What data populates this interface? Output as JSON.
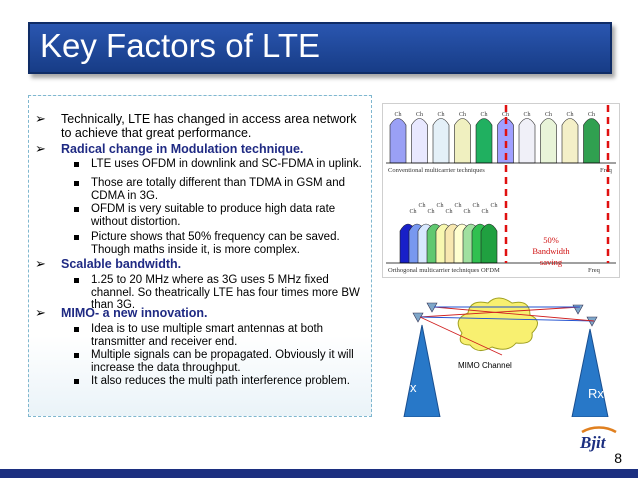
{
  "slide": {
    "title": "Key Factors of LTE",
    "page_number": "8",
    "logo_text": "Bjit"
  },
  "bullets": [
    {
      "kind": "main",
      "text": "Technically, LTE has changed in access area network to achieve that great performance."
    },
    {
      "kind": "main-heading",
      "text": "Radical change in Modulation technique."
    },
    {
      "kind": "sub",
      "text": "LTE uses OFDM in downlink and SC-FDMA in uplink."
    },
    {
      "kind": "sub",
      "text": "Those are totally different than TDMA in GSM and CDMA in 3G."
    },
    {
      "kind": "sub",
      "text": "OFDM is very suitable to produce high data rate without distortion."
    },
    {
      "kind": "sub",
      "text": "Picture shows that 50% frequency can be saved. Though maths inside it, is more complex."
    },
    {
      "kind": "main-heading",
      "text": "Scalable bandwidth."
    },
    {
      "kind": "sub",
      "text": "1.25 to 20 MHz where as 3G uses 5 MHz fixed channel. So theatrically LTE has four times more BW than 3G."
    },
    {
      "kind": "main-heading",
      "text": "MIMO- a new innovation."
    },
    {
      "kind": "sub",
      "text": "Idea is to use multiple smart antennas at both transmitter and receiver end."
    },
    {
      "kind": "sub",
      "text": "Multiple signals can be propagated. Obviously it will increase the data throughput."
    },
    {
      "kind": "sub",
      "text": "It also reduces the multi path interference problem."
    }
  ],
  "ofdm_figure": {
    "channel_label": "Ch",
    "conventional_label": "Conventional multicarrier techniques",
    "orthogonal_label": "Orthogonal multicarrier techniques OFDM",
    "freq_label": "Freq",
    "saving_label": "50% Bandwidth saving",
    "saving_percent": 50,
    "conventional_colors": [
      "#9aa0f5",
      "#e8e8ff",
      "#e4f0f8",
      "#f0f0c0",
      "#20b060",
      "#a0a0ff",
      "#f0f0f8",
      "#e8f4d8",
      "#f4f0c8",
      "#30a050"
    ],
    "ofdm_colors": [
      "#1820c8",
      "#7898f0",
      "#d8e8ff",
      "#60c870",
      "#f8f8b0",
      "#f8e8b0",
      "#ffffd0",
      "#a0e0a0",
      "#30c050",
      "#20a040"
    ]
  },
  "mimo_figure": {
    "channel_label": "MIMO Channel",
    "tx_label": "Tx",
    "rx_label": "Rx"
  }
}
